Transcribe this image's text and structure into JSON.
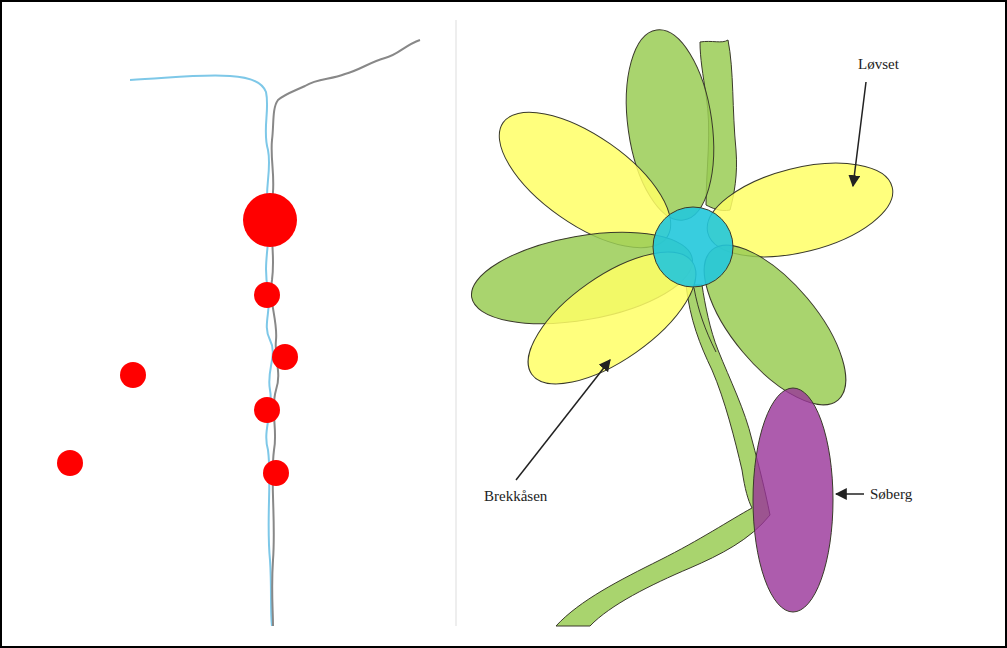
{
  "diagram": {
    "labels": [
      "Løvset",
      "Brekkåsen",
      "Søberg"
    ]
  }
}
